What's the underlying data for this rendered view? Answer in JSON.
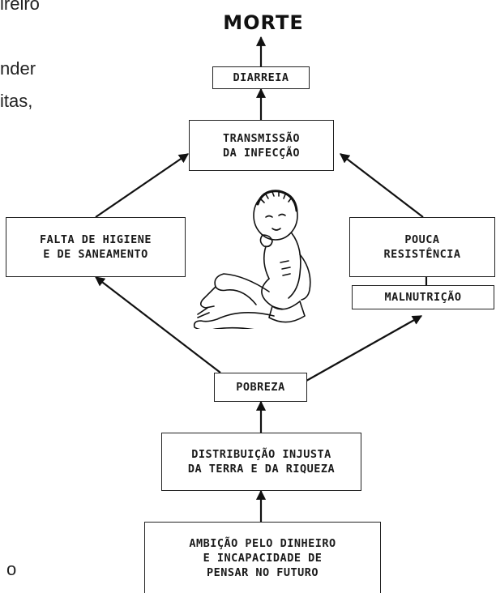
{
  "left_margin_fragments": [
    "ireiro",
    "nder",
    "itas,",
    "o"
  ],
  "title": "MORTE",
  "boxes": {
    "diarreia": [
      "DIARREIA"
    ],
    "transmissao": [
      "TRANSMISSÃO",
      "DA  INFECÇÃO"
    ],
    "falta": [
      "FALTA DE HIGIENE",
      "E DE SANEAMENTO"
    ],
    "pouca": [
      "POUCA",
      "RESISTÊNCIA"
    ],
    "malnutricao": [
      "MALNUTRIÇÃO"
    ],
    "pobreza": [
      "POBREZA"
    ],
    "distribuicao": [
      "DISTRIBUIÇÃO INJUSTA",
      "DA TERRA E DA RIQUEZA"
    ],
    "ambicao": [
      "AMBIÇÃO PELO DINHEIRO",
      "E INCAPACIDADE DE",
      "PENSAR NO FUTURO"
    ]
  },
  "illustration": "sick-child-illustration"
}
